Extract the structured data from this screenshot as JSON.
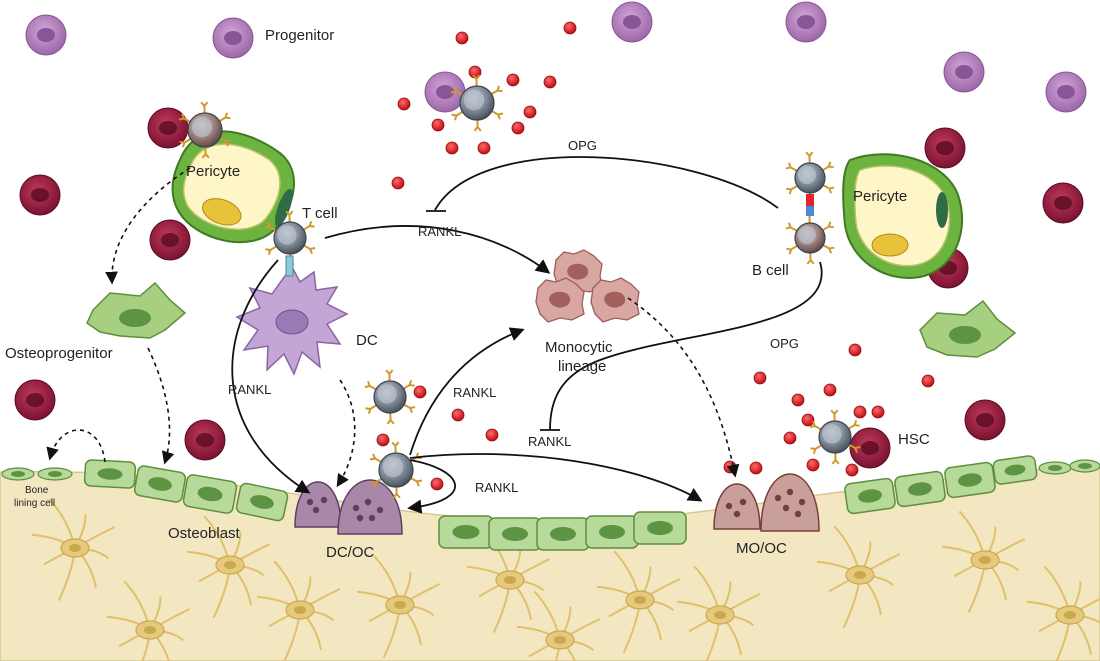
{
  "labels": {
    "progenitor": "Progenitor",
    "pericyte_left": "Pericyte",
    "pericyte_right": "Pericyte",
    "t_cell": "T cell",
    "b_cell": "B cell",
    "dc": "DC",
    "osteoprogenitor": "Osteoprogenitor",
    "bone_lining_cell": [
      "Bone",
      "lining cell"
    ],
    "osteoblast": "Osteoblast",
    "dc_oc": "DC/OC",
    "mo_oc": "MO/OC",
    "monocytic_lineage": [
      "Monocytic",
      "lineage"
    ],
    "hsc": "HSC",
    "opg_top": "OPG",
    "opg_right": "OPG",
    "rankl_top": "RANKL",
    "rankl_left": "RANKL",
    "rankl_center": "RANKL",
    "rankl_bottom_center": "RANKL",
    "rankl_right": "RANKL"
  },
  "colors": {
    "rbc": "#8e1a3b",
    "progenitor": "#b67fc0",
    "lymphocyte": "#6f7b88",
    "pericyte": "#7cb84a",
    "osteoblast": "#b7d99a",
    "bone": "#f3e7c2",
    "osteocyte": "#e4c77a",
    "monocyte": "#c98d8a",
    "osteoclast": "#a57ea3",
    "rankl_dot": "#e0242b",
    "dc": "#c4a6d6"
  }
}
